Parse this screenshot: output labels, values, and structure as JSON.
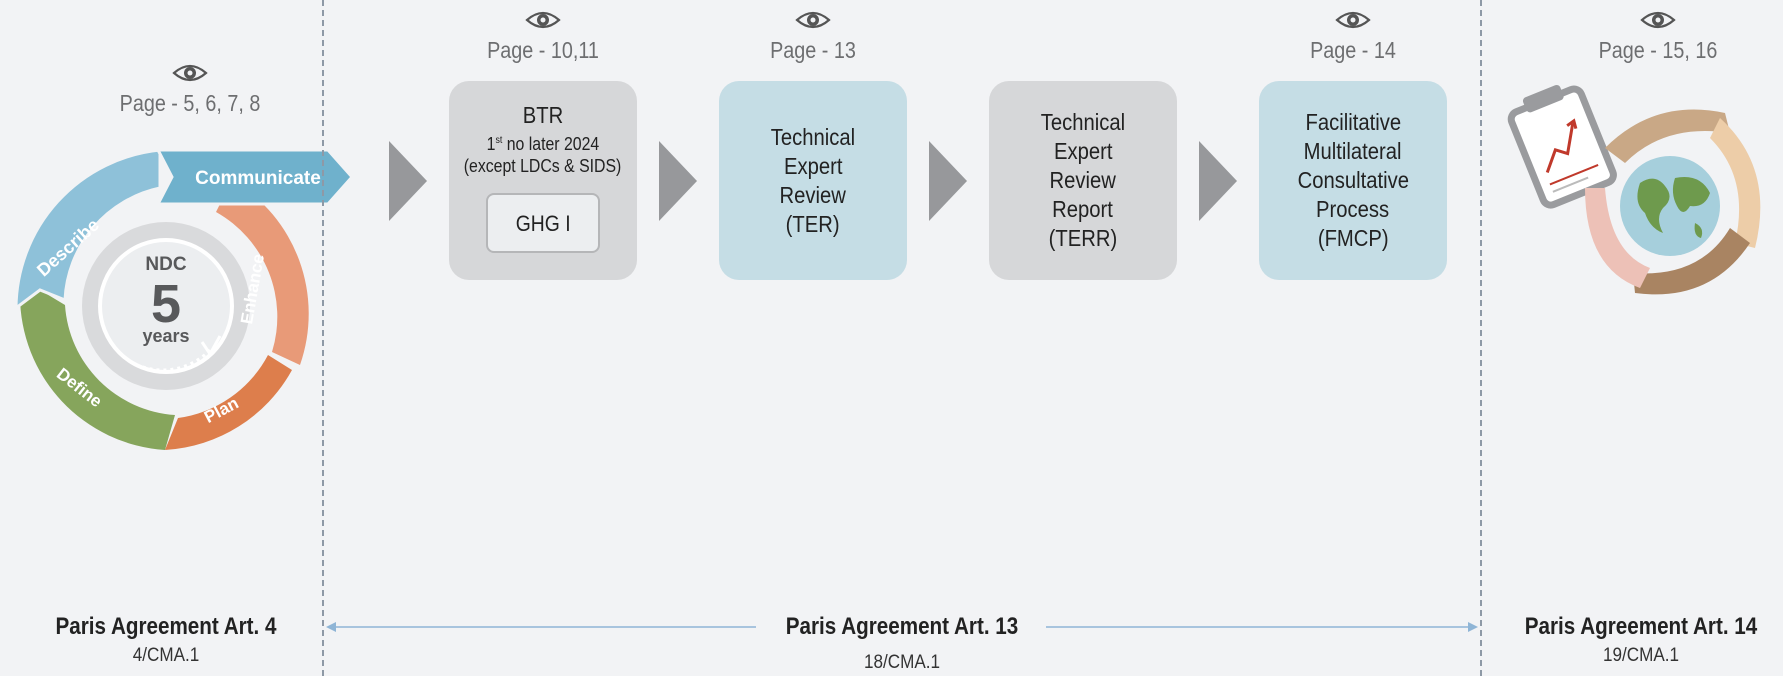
{
  "left": {
    "page_ref": "Page - 5, 6, 7, 8",
    "cycle": {
      "segments": [
        "Communicate",
        "Describe",
        "Enhance",
        "Define",
        "Plan"
      ],
      "center_top": "NDC",
      "center_number": "5",
      "center_bottom": "years"
    },
    "law": "Paris Agreement Art. 4",
    "decision": "4/CMA.1"
  },
  "steps": [
    {
      "page_ref": "Page - 10,11",
      "title": "BTR",
      "sup": "st",
      "line_pre": "1",
      "line_post": " no later 2024",
      "line3": "(except LDCs & SIDS)",
      "inner": "GHG I"
    },
    {
      "page_ref": "Page - 13",
      "lines": [
        "Technical",
        "Expert",
        "Review",
        "(TER)"
      ]
    },
    {
      "lines": [
        "Technical",
        "Expert",
        "Review",
        "Report",
        "(TERR)"
      ]
    },
    {
      "page_ref": "Page - 14",
      "lines": [
        "Facilitative",
        "Multilateral",
        "Consultative",
        "Process",
        "(FMCP)"
      ]
    }
  ],
  "middle": {
    "law": "Paris Agreement Art. 13",
    "decision": "18/CMA.1"
  },
  "right": {
    "page_ref": "Page - 15, 16",
    "law": "Paris Agreement Art. 14",
    "decision": "19/CMA.1"
  },
  "icons": [
    "eye-icon",
    "clipboard-chart-icon",
    "globe-hands-icon"
  ],
  "colors": {
    "communicate": "#6fb1cc",
    "describe": "#8ec1d9",
    "enhance": "#e89a78",
    "plan": "#dd7e4c",
    "define": "#86a55c",
    "box_grey": "#d6d7d9",
    "box_blue": "#c5dde5",
    "chevron": "#97989b"
  }
}
